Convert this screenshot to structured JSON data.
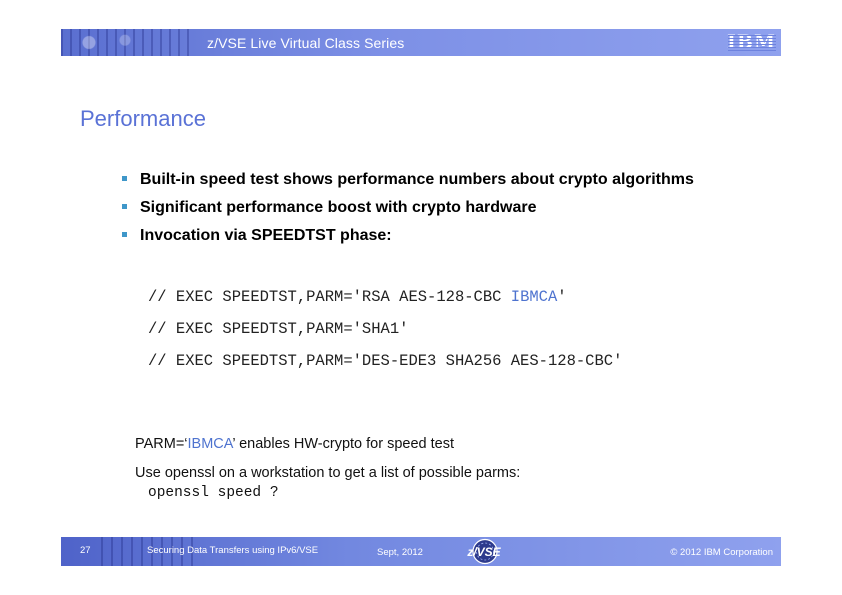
{
  "header": {
    "series_title": "z/VSE Live Virtual Class Series",
    "logo_text": "IBM"
  },
  "slide": {
    "title": "Performance",
    "bullets": [
      "Built-in speed test shows performance numbers about crypto algorithms",
      "Significant performance boost with crypto hardware",
      "Invocation via SPEEDTST phase:"
    ],
    "code_lines": [
      {
        "prefix": "// EXEC SPEEDTST,PARM='RSA AES-128-CBC ",
        "highlight": "IBMCA",
        "suffix": "'"
      },
      {
        "prefix": "// EXEC SPEEDTST,PARM='SHA1'",
        "highlight": "",
        "suffix": ""
      },
      {
        "prefix": "// EXEC SPEEDTST,PARM='DES-EDE3 SHA256 AES-128-CBC'",
        "highlight": "",
        "suffix": ""
      }
    ],
    "note1": {
      "prefix": "PARM=‘",
      "highlight": "IBMCA",
      "suffix": "’ enables HW-crypto for speed test"
    },
    "note2": "Use openssl on a workstation to get a list of possible parms:",
    "note2_code": "openssl speed ?"
  },
  "footer": {
    "page_number": "27",
    "subject": "Securing Data Transfers using IPv6/VSE",
    "date": "Sept, 2012",
    "logo_text": "z/VSE",
    "copyright": "© 2012 IBM Corporation"
  },
  "colors": {
    "accent_blue": "#5a72d6",
    "bullet_marker": "#3f97c9",
    "highlight": "#4e73cf"
  }
}
